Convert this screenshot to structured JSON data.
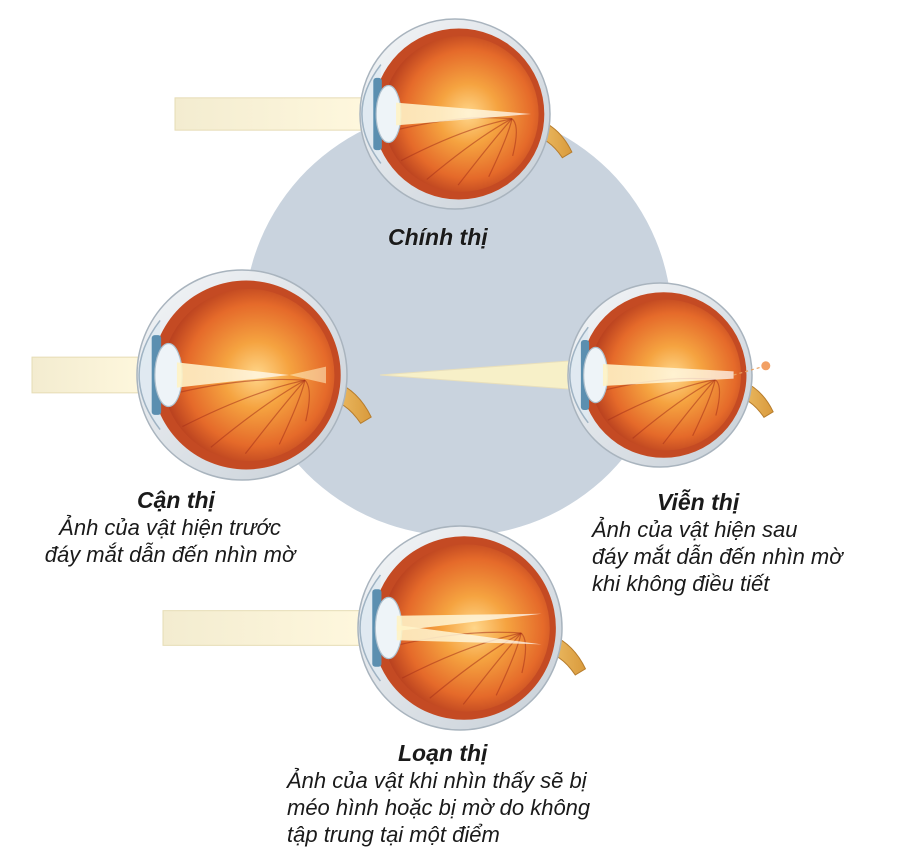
{
  "diagram": {
    "colors": {
      "background": "#ffffff",
      "center_circle": "#c9d3de",
      "sclera": "#e9edf1",
      "eye_outer": "#c44a23",
      "eye_inner": "#f28b2c",
      "eye_glow": "#ffd68a",
      "iris": "#5b8fb0",
      "light_ray": "#f7f0c8"
    },
    "eyes": [
      {
        "id": "emmetropia",
        "title": "Chính thị",
        "description": [],
        "rays": "focus-on-retina"
      },
      {
        "id": "myopia",
        "title": "Cận thị",
        "description": [
          "Ảnh của vật hiện trước",
          "đáy mắt dẫn đến nhìn mờ"
        ],
        "rays": "focus-before-retina"
      },
      {
        "id": "hyperopia",
        "title": "Viễn thị",
        "description": [
          "Ảnh của vật hiện sau",
          "đáy mắt dẫn đến nhìn mờ",
          "khi không điều tiết"
        ],
        "rays": "focus-behind-retina"
      },
      {
        "id": "astigmatism",
        "title": "Loạn thị",
        "description": [
          "Ảnh của vật khi nhìn thấy sẽ bị",
          "méo hình hoặc bị mờ do không",
          "tập trung tại một điểm"
        ],
        "rays": "multiple-focus-points"
      }
    ]
  }
}
